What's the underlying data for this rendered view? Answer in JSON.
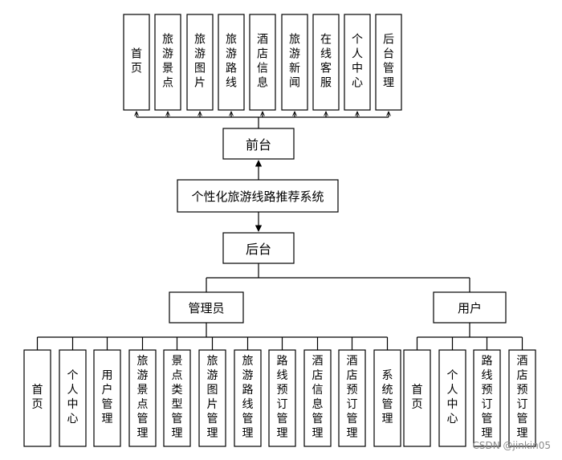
{
  "frontend_modules": [
    "首页",
    "旅游景点",
    "旅游图片",
    "旅游路线",
    "酒店信息",
    "旅游新闻",
    "在线客服",
    "个人中心",
    "后台管理"
  ],
  "front_label": "前台",
  "system_title": "个性化旅游线路推荐系统",
  "back_label": "后台",
  "admin_label": "管理员",
  "user_label": "用户",
  "admin_modules": [
    "首页",
    "个人中心",
    "用户管理",
    "旅游景点管理",
    "景点类型管理",
    "旅游图片管理",
    "旅游路线管理",
    "路线预订管理",
    "酒店信息管理",
    "酒店预订管理",
    "系统管理"
  ],
  "user_modules": [
    "首页",
    "个人中心",
    "路线预订管理",
    "酒店预订管理"
  ],
  "watermark": "CSDN @jinkin05"
}
